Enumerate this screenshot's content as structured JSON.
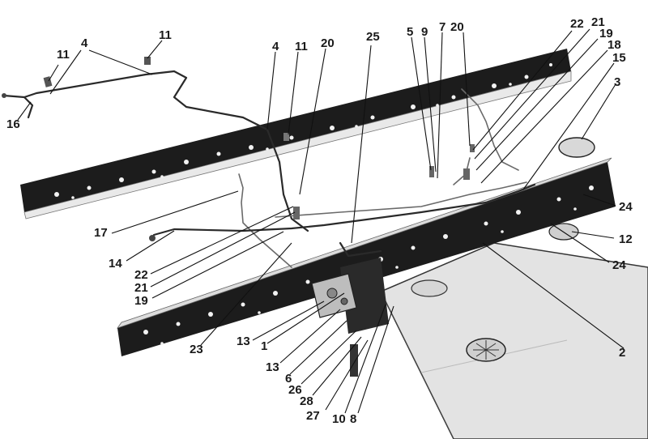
{
  "figure": {
    "callouts": [
      {
        "id": "c16",
        "text": "16"
      },
      {
        "id": "c11a",
        "text": "11"
      },
      {
        "id": "c4a",
        "text": "4"
      },
      {
        "id": "c11b",
        "text": "11"
      },
      {
        "id": "c4b",
        "text": "4"
      },
      {
        "id": "c11c",
        "text": "11"
      },
      {
        "id": "c20a",
        "text": "20"
      },
      {
        "id": "c25",
        "text": "25"
      },
      {
        "id": "c5",
        "text": "5"
      },
      {
        "id": "c9",
        "text": "9"
      },
      {
        "id": "c7",
        "text": "7"
      },
      {
        "id": "c20b",
        "text": "20"
      },
      {
        "id": "c22a",
        "text": "22"
      },
      {
        "id": "c21a",
        "text": "21"
      },
      {
        "id": "c19a",
        "text": "19"
      },
      {
        "id": "c18",
        "text": "18"
      },
      {
        "id": "c15",
        "text": "15"
      },
      {
        "id": "c3",
        "text": "3"
      },
      {
        "id": "c17",
        "text": "17"
      },
      {
        "id": "c14",
        "text": "14"
      },
      {
        "id": "c22b",
        "text": "22"
      },
      {
        "id": "c21b",
        "text": "21"
      },
      {
        "id": "c19b",
        "text": "19"
      },
      {
        "id": "c24a",
        "text": "24"
      },
      {
        "id": "c12",
        "text": "12"
      },
      {
        "id": "c24b",
        "text": "24"
      },
      {
        "id": "c23",
        "text": "23"
      },
      {
        "id": "c13a",
        "text": "13"
      },
      {
        "id": "c1",
        "text": "1"
      },
      {
        "id": "c13b",
        "text": "13"
      },
      {
        "id": "c6",
        "text": "6"
      },
      {
        "id": "c26",
        "text": "26"
      },
      {
        "id": "c28",
        "text": "28"
      },
      {
        "id": "c27",
        "text": "27"
      },
      {
        "id": "c10",
        "text": "10"
      },
      {
        "id": "c8",
        "text": "8"
      },
      {
        "id": "c2",
        "text": "2"
      }
    ]
  }
}
